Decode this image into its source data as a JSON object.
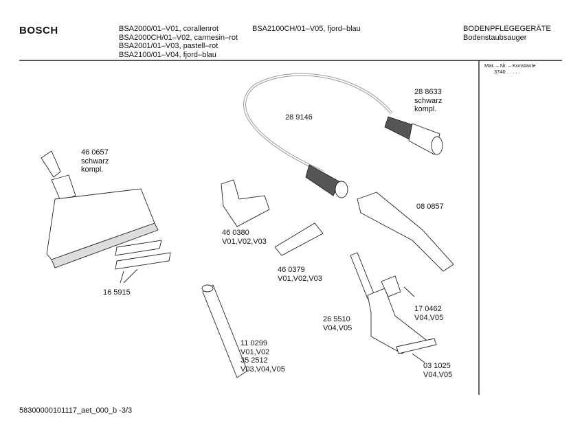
{
  "header": {
    "brand": "BOSCH",
    "models_col1": [
      "BSA2000/01–V01, corallenrot",
      "BSA2000CH/01–V02, carmesin–rot",
      "BSA2001/01–V03, pastell–rot",
      "BSA2100/01–V04, fjord–blau"
    ],
    "models_col2": [
      "BSA2100CH/01–V05, fjord–blau"
    ],
    "category": "BODENPFLEGEGERÄTE",
    "subcategory": "Bodenstaubsauger",
    "mat_label": "Mat. – Nr. – Konstante",
    "mat_value": "3740  .   .   .   .   ."
  },
  "parts": [
    {
      "lines": [
        "28 8633",
        "schwarz",
        "kompl."
      ]
    },
    {
      "lines": [
        "28 9146"
      ]
    },
    {
      "lines": [
        "46 0657",
        "schwarz",
        "kompl."
      ]
    },
    {
      "lines": [
        "08 0857"
      ]
    },
    {
      "lines": [
        "46 0380",
        "V01,V02,V03"
      ]
    },
    {
      "lines": [
        "46 0379",
        "V01,V02,V03"
      ]
    },
    {
      "lines": [
        "16 5915"
      ]
    },
    {
      "lines": [
        "17 0462",
        "V04,V05"
      ]
    },
    {
      "lines": [
        "26 5510",
        "V04,V05"
      ]
    },
    {
      "lines": [
        "11 0299",
        "V01,V02",
        "35 2512",
        "V03,V04,V05"
      ]
    },
    {
      "lines": [
        "03 1025",
        "V04,V05"
      ]
    }
  ],
  "footer": {
    "doc_id": "58300000101117_aet_000_b  -3/3"
  }
}
